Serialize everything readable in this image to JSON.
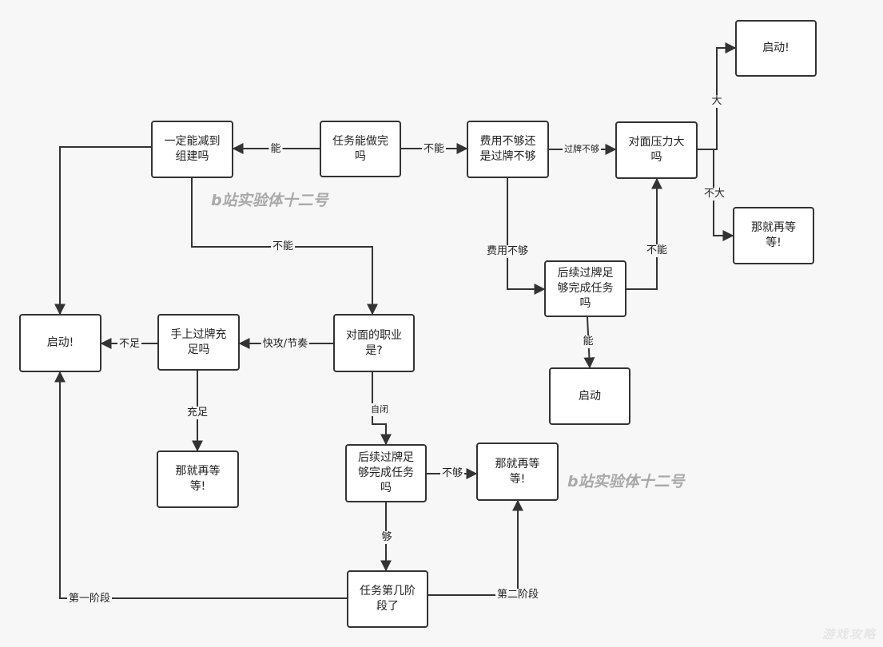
{
  "nodes": {
    "task_finish": "任务能做完\n吗",
    "guaranteed_reduce": "一定能减到\n组建吗",
    "cost_or_cards": "费用不够还\n是过牌不够",
    "opp_pressure": "对面压力大\n吗",
    "launch_top": "启动!",
    "wait_top_right": "那就再等\n等!",
    "later_draw_right": "后续过牌足\n够完成任务\n吗",
    "launch_mid_right": "启动",
    "launch_left": "启动!",
    "hand_draw_enough": "手上过牌充\n足吗",
    "opp_class": "对面的职业\n是?",
    "wait_left": "那就再等\n等!",
    "later_draw_center": "后续过牌足\n够完成任务\n吗",
    "wait_center_right": "那就再等\n等!",
    "task_stage": "任务第几阶\n段了"
  },
  "edge_labels": {
    "can": "能",
    "cannot_1": "不能",
    "not_enough_draw": "过牌不够",
    "big": "大",
    "not_big": "不大",
    "not_enough_cost": "费用不够",
    "cannot_2": "不能",
    "can_2": "能",
    "cannot_3": "不能",
    "fast_tempo": "快攻/节奏",
    "insufficient": "不足",
    "sufficient": "充足",
    "autistic": "自闭",
    "not_enough": "不够",
    "enough": "够",
    "stage_one": "第一阶段",
    "stage_two": "第二阶段"
  },
  "watermarks": {
    "wm1": "b站实验体十二号",
    "wm2": "b站实验体十二号",
    "corner": "游戏攻略"
  },
  "colors": {
    "line": "#333333",
    "node_border": "#333333",
    "background": "#f7f7f7"
  }
}
